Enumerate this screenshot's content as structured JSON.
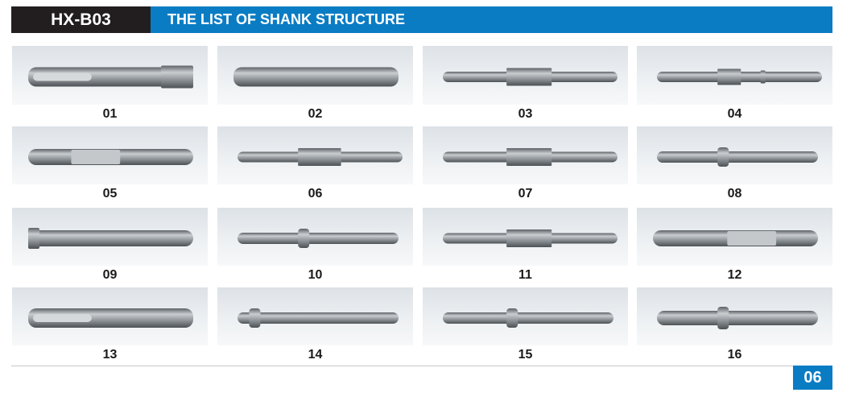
{
  "header": {
    "code": "HX-B03",
    "title": "THE LIST OF SHANK STRUCTURE"
  },
  "items": [
    {
      "label": "01"
    },
    {
      "label": "02"
    },
    {
      "label": "03"
    },
    {
      "label": "04"
    },
    {
      "label": "05"
    },
    {
      "label": "06"
    },
    {
      "label": "07"
    },
    {
      "label": "08"
    },
    {
      "label": "09"
    },
    {
      "label": "10"
    },
    {
      "label": "11"
    },
    {
      "label": "12"
    },
    {
      "label": "13"
    },
    {
      "label": "14"
    },
    {
      "label": "15"
    },
    {
      "label": "16"
    }
  ],
  "footer": {
    "page_number": "06"
  }
}
